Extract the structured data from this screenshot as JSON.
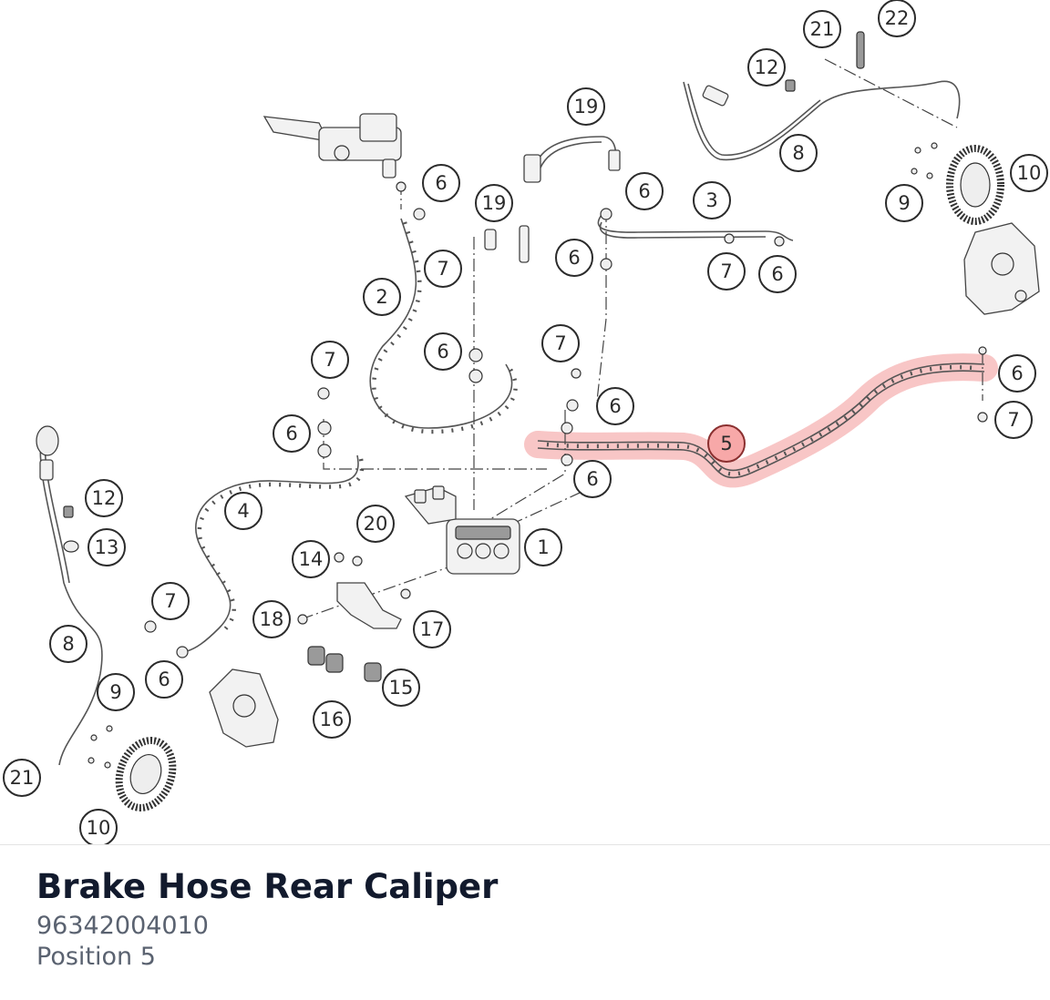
{
  "part": {
    "name": "Brake Hose Rear Caliper",
    "number": "96342004010",
    "position": "Position 5"
  },
  "highlight_color": "#f08080",
  "callouts": [
    {
      "label": "1"
    },
    {
      "label": "2"
    },
    {
      "label": "3"
    },
    {
      "label": "4"
    },
    {
      "label": "5",
      "active": true
    },
    {
      "label": "6"
    },
    {
      "label": "7"
    },
    {
      "label": "8"
    },
    {
      "label": "9"
    },
    {
      "label": "10"
    },
    {
      "label": "12"
    },
    {
      "label": "13"
    },
    {
      "label": "14"
    },
    {
      "label": "15"
    },
    {
      "label": "16"
    },
    {
      "label": "17"
    },
    {
      "label": "18"
    },
    {
      "label": "19"
    },
    {
      "label": "20"
    },
    {
      "label": "21"
    },
    {
      "label": "22"
    }
  ]
}
